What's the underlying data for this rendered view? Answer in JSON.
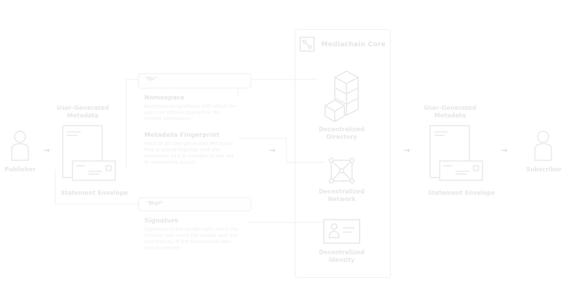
{
  "publisher": {
    "label": "Publisher",
    "icon": "person-icon"
  },
  "subscriber": {
    "label": "Subscriber",
    "icon": "person-icon"
  },
  "left_metadata": {
    "title": "User-Generated Metadata",
    "envelope_label": "Statement Envelope"
  },
  "right_metadata": {
    "title": "User-Generated Metadata",
    "envelope_label": "Statement Envelope"
  },
  "panel": {
    "tab_top": "\"ttp\"",
    "tab_bottom": "\"Bkgd\"",
    "sections": [
      {
        "heading": "Namespace",
        "text": "Namespaces (prefixes) with which the user can retrieve/query/link the related information"
      },
      {
        "heading": "Metadata Fingerprint",
        "text": "Hash of all user-generated Metadata that is stored together with the statement so it is possible to link out to statements quickly"
      },
      {
        "heading": "Signature",
        "text": "Signature of the sender with which the receiver can verify the sender and the authenticity of the transmitted data and statement"
      }
    ]
  },
  "core": {
    "title": "Mediachain Core",
    "items": [
      {
        "label": "Decentralized Directory",
        "icon": "stacked-blocks-icon"
      },
      {
        "label": "Decentralized Network",
        "icon": "network-icon"
      },
      {
        "label": "Decentralized Identity",
        "icon": "id-card-icon"
      }
    ]
  },
  "colors": {
    "stroke": "#ececec",
    "text": "#e6e6e6",
    "background": "#ffffff"
  }
}
